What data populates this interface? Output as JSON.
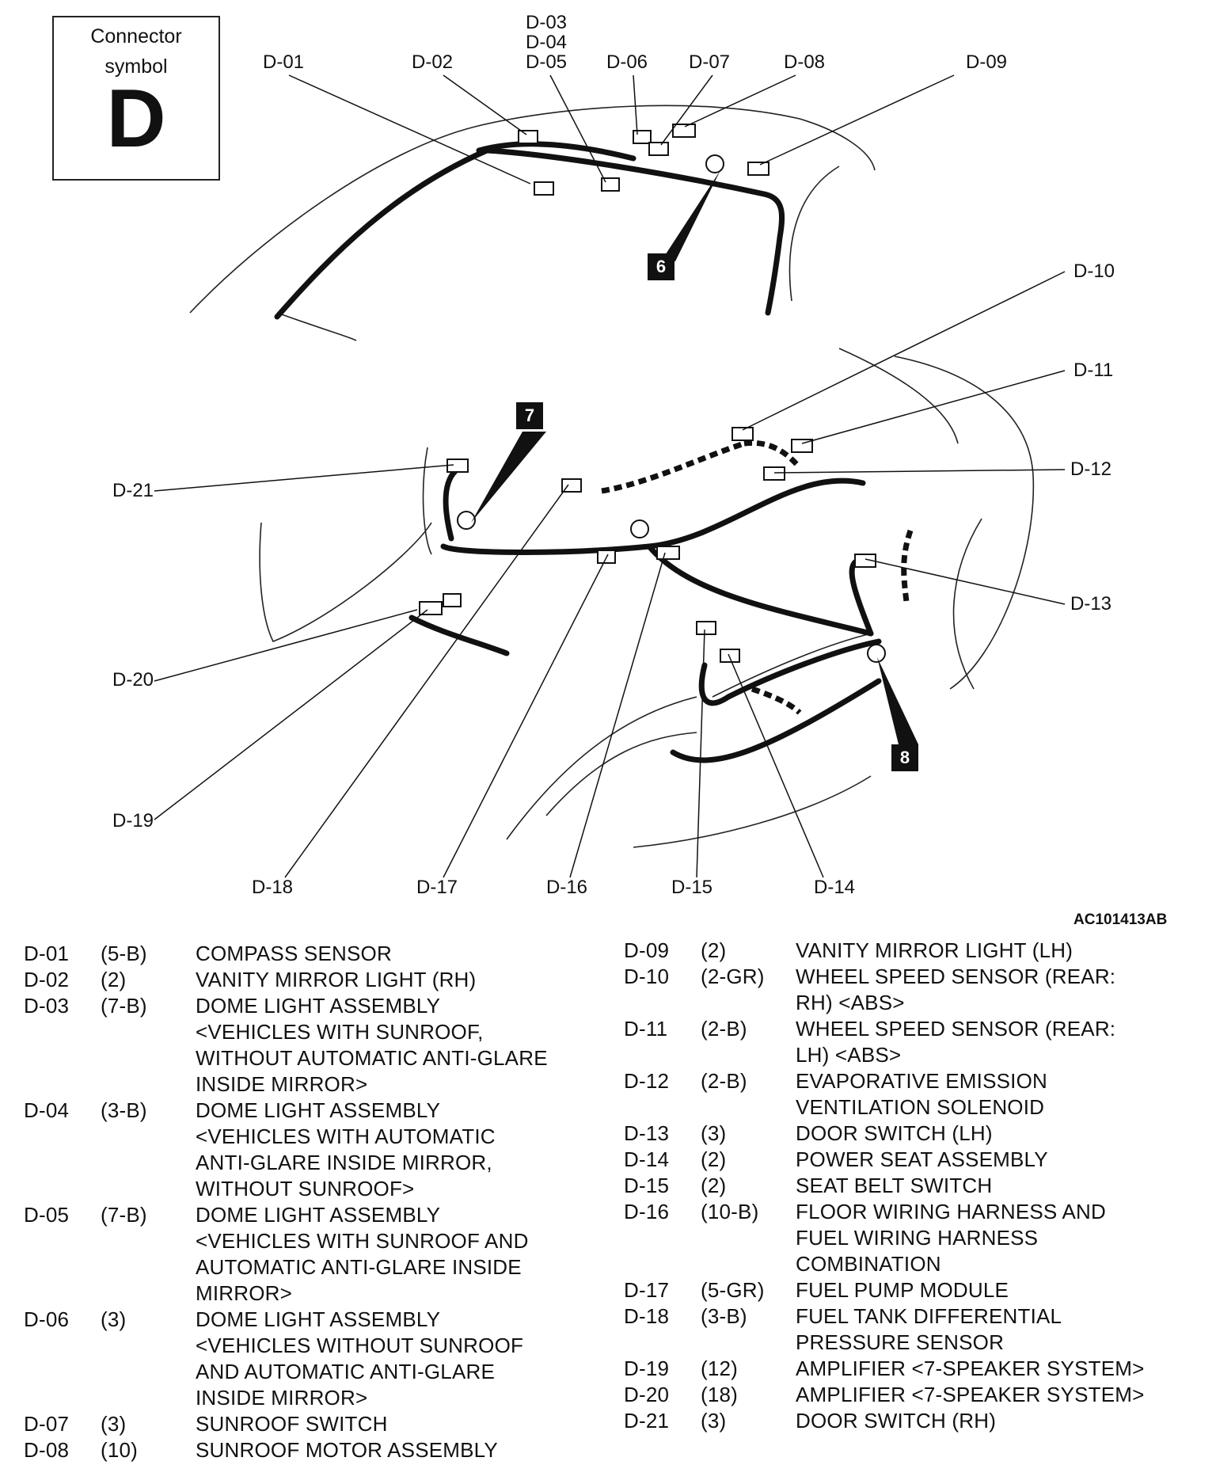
{
  "legend": {
    "caption": [
      "Connector",
      "symbol"
    ],
    "symbol": "D"
  },
  "figure_id": "AC101413AB",
  "badges": [
    "6",
    "7",
    "8"
  ],
  "callouts": [
    "D-01",
    "D-02",
    "D-03",
    "D-04",
    "D-05",
    "D-06",
    "D-07",
    "D-08",
    "D-09",
    "D-10",
    "D-11",
    "D-12",
    "D-13",
    "D-14",
    "D-15",
    "D-16",
    "D-17",
    "D-18",
    "D-19",
    "D-20",
    "D-21"
  ],
  "connectors_left": [
    {
      "id": "D-01",
      "size": "(5-B)",
      "desc": [
        "COMPASS SENSOR"
      ]
    },
    {
      "id": "D-02",
      "size": "(2)",
      "desc": [
        "VANITY MIRROR LIGHT (RH)"
      ]
    },
    {
      "id": "D-03",
      "size": "(7-B)",
      "desc": [
        "DOME LIGHT ASSEMBLY",
        "<VEHICLES WITH SUNROOF,",
        "WITHOUT AUTOMATIC ANTI-GLARE",
        "INSIDE MIRROR>"
      ]
    },
    {
      "id": "D-04",
      "size": "(3-B)",
      "desc": [
        "DOME LIGHT ASSEMBLY",
        "<VEHICLES WITH AUTOMATIC",
        "ANTI-GLARE INSIDE MIRROR,",
        "WITHOUT SUNROOF>"
      ]
    },
    {
      "id": "D-05",
      "size": "(7-B)",
      "desc": [
        "DOME LIGHT ASSEMBLY",
        "<VEHICLES WITH SUNROOF AND",
        "AUTOMATIC ANTI-GLARE INSIDE",
        "MIRROR>"
      ]
    },
    {
      "id": "D-06",
      "size": "(3)",
      "desc": [
        "DOME LIGHT ASSEMBLY",
        "<VEHICLES WITHOUT SUNROOF",
        "AND AUTOMATIC ANTI-GLARE",
        "INSIDE MIRROR>"
      ]
    },
    {
      "id": "D-07",
      "size": "(3)",
      "desc": [
        "SUNROOF SWITCH"
      ]
    },
    {
      "id": "D-08",
      "size": "(10)",
      "desc": [
        "SUNROOF MOTOR ASSEMBLY"
      ]
    }
  ],
  "connectors_right": [
    {
      "id": "D-09",
      "size": "(2)",
      "desc": [
        "VANITY MIRROR LIGHT (LH)"
      ]
    },
    {
      "id": "D-10",
      "size": "(2-GR)",
      "desc": [
        "WHEEL SPEED SENSOR (REAR:",
        "RH) <ABS>"
      ]
    },
    {
      "id": "D-11",
      "size": "(2-B)",
      "desc": [
        "WHEEL SPEED SENSOR (REAR:",
        "LH) <ABS>"
      ]
    },
    {
      "id": "D-12",
      "size": "(2-B)",
      "desc": [
        "EVAPORATIVE EMISSION",
        "VENTILATION SOLENOID"
      ]
    },
    {
      "id": "D-13",
      "size": "(3)",
      "desc": [
        "DOOR SWITCH (LH)"
      ]
    },
    {
      "id": "D-14",
      "size": "(2)",
      "desc": [
        "POWER SEAT ASSEMBLY"
      ]
    },
    {
      "id": "D-15",
      "size": "(2)",
      "desc": [
        "SEAT BELT SWITCH"
      ]
    },
    {
      "id": "D-16",
      "size": "(10-B)",
      "desc": [
        "FLOOR WIRING HARNESS AND",
        "FUEL WIRING HARNESS",
        "COMBINATION"
      ]
    },
    {
      "id": "D-17",
      "size": "(5-GR)",
      "desc": [
        "FUEL PUMP MODULE"
      ]
    },
    {
      "id": "D-18",
      "size": "(3-B)",
      "desc": [
        "FUEL TANK DIFFERENTIAL",
        "PRESSURE SENSOR"
      ]
    },
    {
      "id": "D-19",
      "size": "(12)",
      "desc": [
        "AMPLIFIER <7-SPEAKER SYSTEM>"
      ]
    },
    {
      "id": "D-20",
      "size": "(18)",
      "desc": [
        "AMPLIFIER <7-SPEAKER SYSTEM>"
      ]
    },
    {
      "id": "D-21",
      "size": "(3)",
      "desc": [
        "DOOR SWITCH (RH)"
      ]
    }
  ]
}
